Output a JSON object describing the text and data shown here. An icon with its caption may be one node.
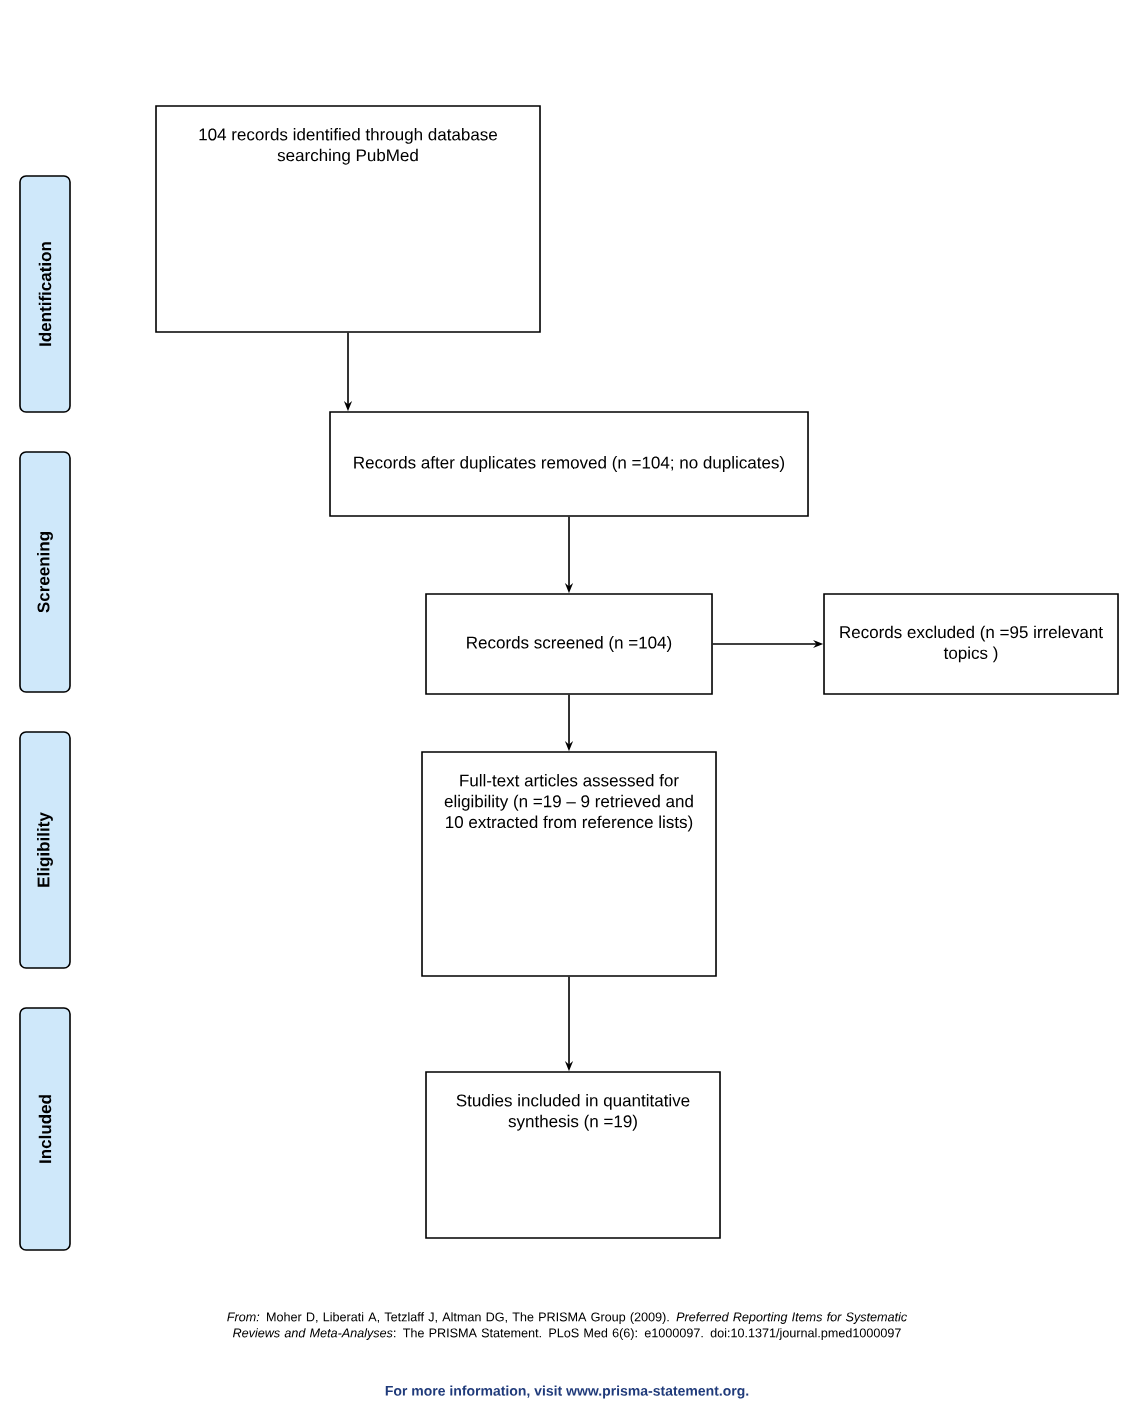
{
  "diagram": {
    "nodes": [
      {
        "text": [
          "Identification"
        ]
      },
      {
        "text": [
          "Screening"
        ]
      },
      {
        "text": [
          "Eligibility"
        ]
      },
      {
        "text": [
          "Included"
        ]
      },
      {
        "text": [
          "104 records identified through database searching PubMed"
        ]
      },
      {
        "text": [
          "Records after duplicates removed (n =104; no duplicates)"
        ]
      },
      {
        "text": [
          "Records screened (n =104)"
        ]
      },
      {
        "text": [
          "Records excluded (n =95 irrelevant topics )"
        ]
      },
      {
        "text": [
          "Full-text articles assessed for eligibility (n =19 – 9 retrieved and 10 extracted from reference lists)"
        ]
      },
      {
        "text": [
          "Studies included in quantitative synthesis (n =19)"
        ]
      }
    ],
    "edges": [
      {
        "from": 4,
        "to": 5,
        "arrow": "to"
      },
      {
        "from": 5,
        "to": 6,
        "arrow": "to"
      },
      {
        "from": 6,
        "to": 7,
        "arrow": "to"
      },
      {
        "from": 6,
        "to": 8,
        "arrow": "to"
      },
      {
        "from": 8,
        "to": 9,
        "arrow": "to"
      }
    ],
    "labels": [
      "*From:* Moher D, Liberati A, Tetzlaff J, Altman DG, The PRISMA Group (2009). *Preferred Reporting Items for Systematic Reviews and Meta-Analyses*: The PRISMA Statement. PLoS Med 6(6): e1000097. doi:10.1371/journal.pmed1000097",
      "For more information, visit www.prisma-statement.org."
    ]
  }
}
